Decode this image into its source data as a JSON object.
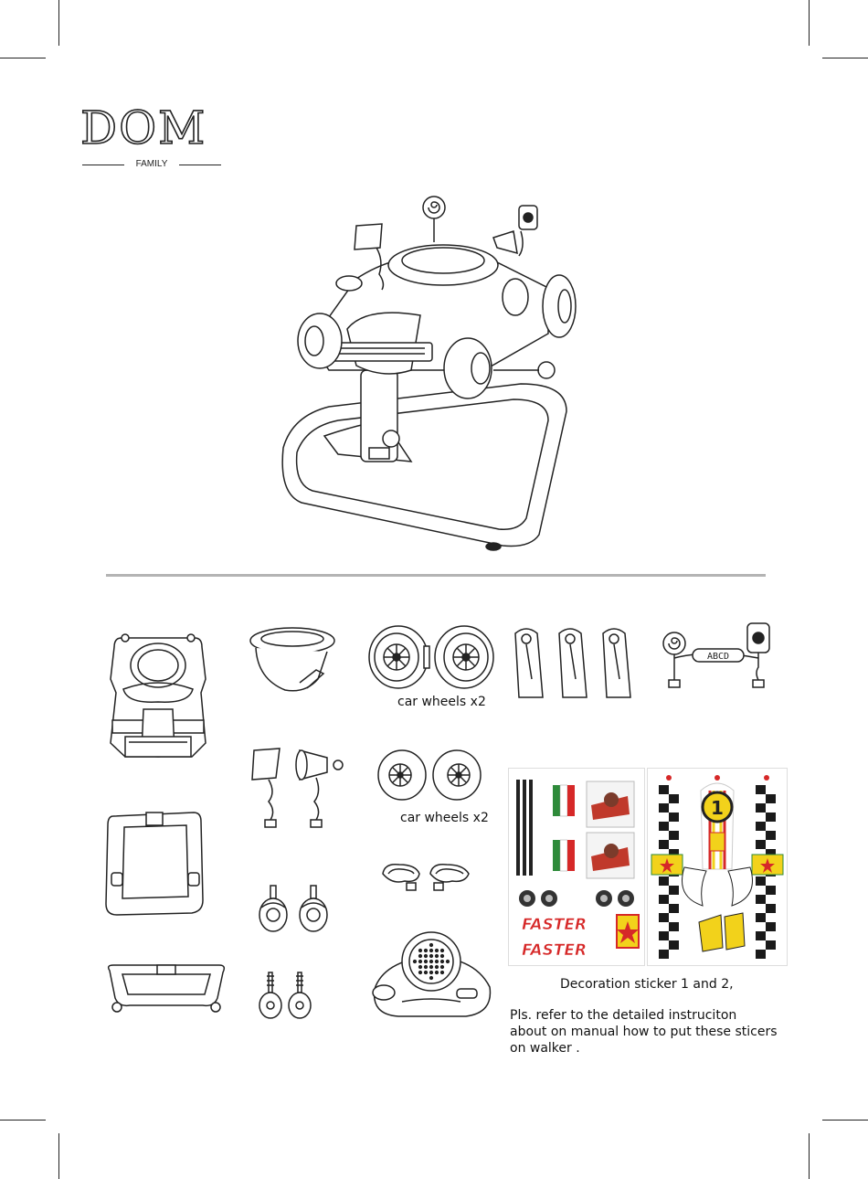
{
  "logo": {
    "brand": "DOM",
    "sub": "FAMILY"
  },
  "captions": {
    "car_wheels_large": "car wheels x2",
    "car_wheels_small": "car wheels x2",
    "decoration_sticker": "Decoration sticker 1 and 2,"
  },
  "note": {
    "line1": "Pls. refer to  the detailed instruciton",
    "line2": "about on  manual how to put these sticers",
    "line3": "on walker ."
  },
  "stickers": {
    "faster_text": "FASTER",
    "number_text": "1",
    "abcd_text": "ABCD"
  },
  "colors": {
    "line": "#222222",
    "divider": "#b4b4b4",
    "sticker_red": "#d62828",
    "sticker_yellow": "#f2d21b",
    "sticker_green": "#2e8b3a",
    "checker": "#1a1a1a"
  }
}
